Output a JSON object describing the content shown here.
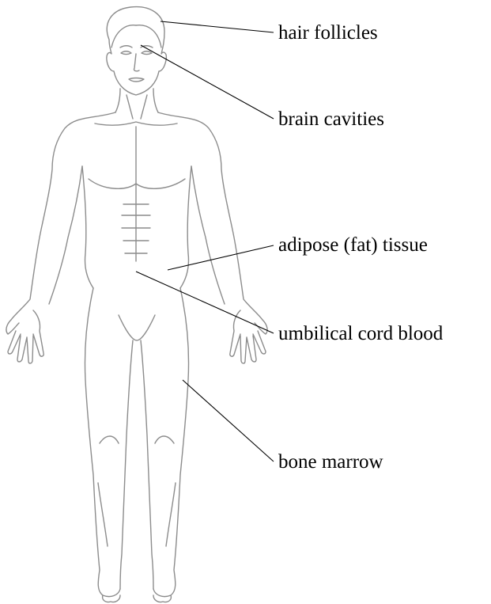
{
  "diagram": {
    "labels": {
      "hair": "hair follicles",
      "brain": "brain cavities",
      "adipose": "adipose (fat) tissue",
      "cord": "umbilical cord blood",
      "marrow": "bone marrow"
    },
    "colors": {
      "outline": "#9a9a9a",
      "leader": "#000000",
      "text": "#000000"
    }
  }
}
